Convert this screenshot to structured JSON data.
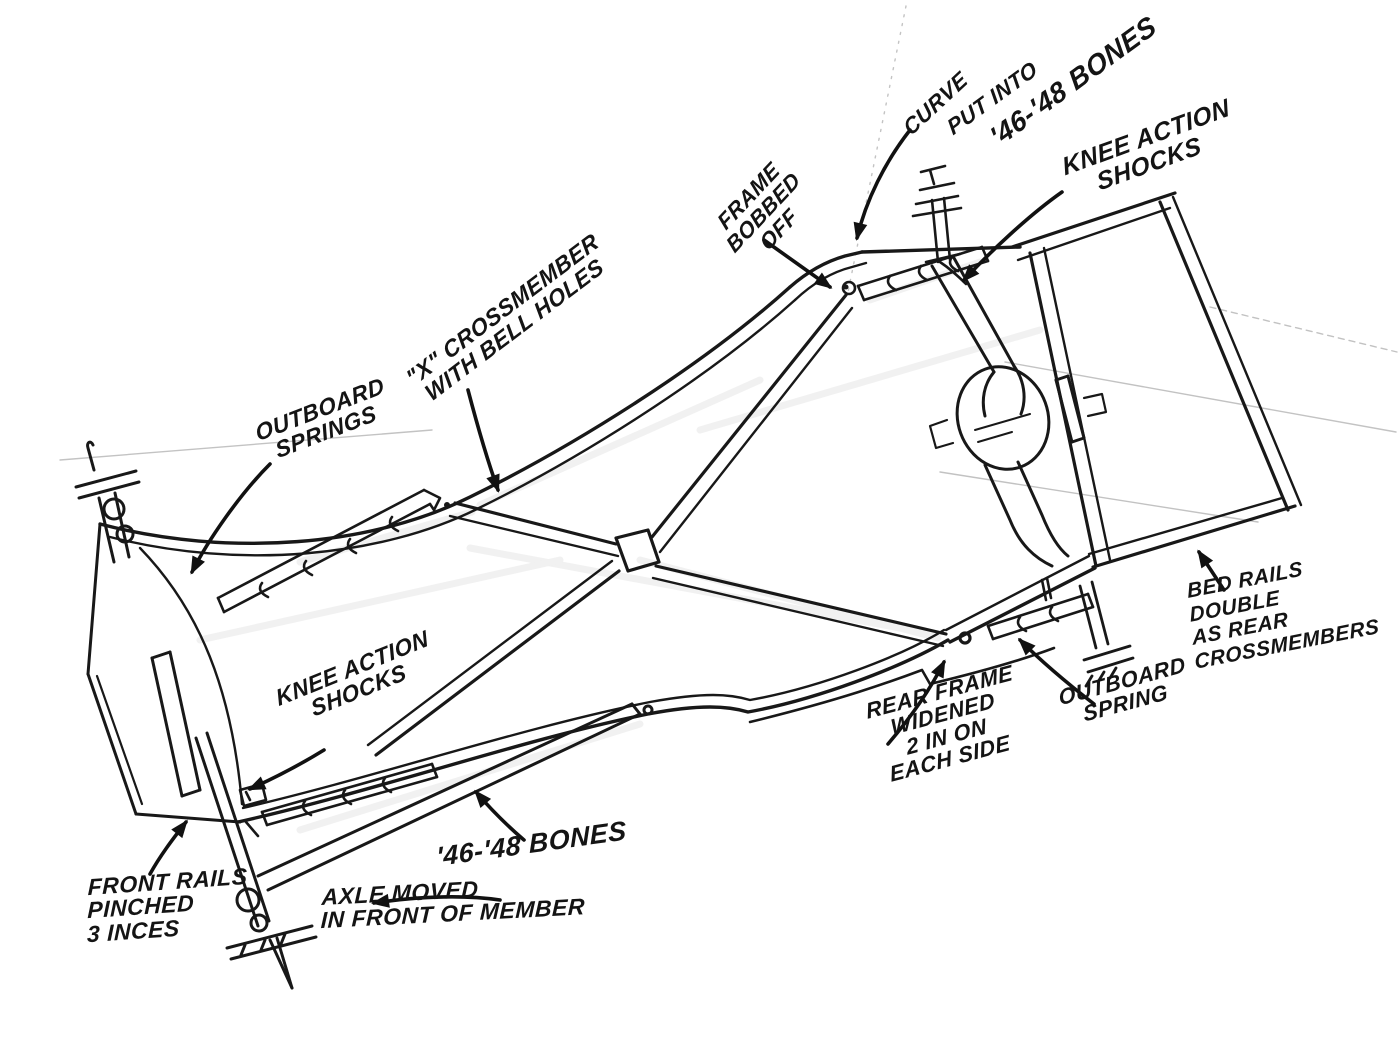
{
  "page": {
    "background_color": "#ffffff",
    "ink_color": "#181818",
    "pencil_color": "#a9a9a9"
  },
  "labels": {
    "curve_bones": {
      "word1": "CURVE",
      "word2": "PUT INTO",
      "word3": "'46-'48 BONES"
    },
    "knee_action_top": {
      "lines": [
        "KNEE ACTION",
        "SHOCKS"
      ]
    },
    "frame_bobbed": {
      "lines": [
        "FRAME",
        "BOBBED",
        "OFF"
      ]
    },
    "x_crossmember": {
      "lines": [
        "\"X\" CROSSMEMBER",
        "WITH BELL HOLES"
      ]
    },
    "outboard_springs_front": {
      "lines": [
        "OUTBOARD",
        "SPRINGS"
      ]
    },
    "bed_rails": {
      "lines": [
        "BED RAILS",
        "DOUBLE",
        "AS REAR",
        "CROSSMEMBERS"
      ]
    },
    "outboard_spring_rear": {
      "lines": [
        "OUTBOARD",
        "SPRING"
      ]
    },
    "rear_frame_widened": {
      "lines": [
        "REAR FRAME",
        "WIDENED",
        "2 IN ON",
        "EACH SIDE"
      ]
    },
    "knee_action_bottom": {
      "lines": [
        "KNEE ACTION",
        "SHOCKS"
      ]
    },
    "bones_front": {
      "text": "'46-'48 BONES"
    },
    "axle_moved": {
      "lines": [
        "AXLE MOVED",
        "IN FRONT OF MEMBER"
      ]
    },
    "front_rails_pinched": {
      "lines": [
        "FRONT RAILS",
        "PINCHED",
        "3 INCES"
      ]
    }
  }
}
